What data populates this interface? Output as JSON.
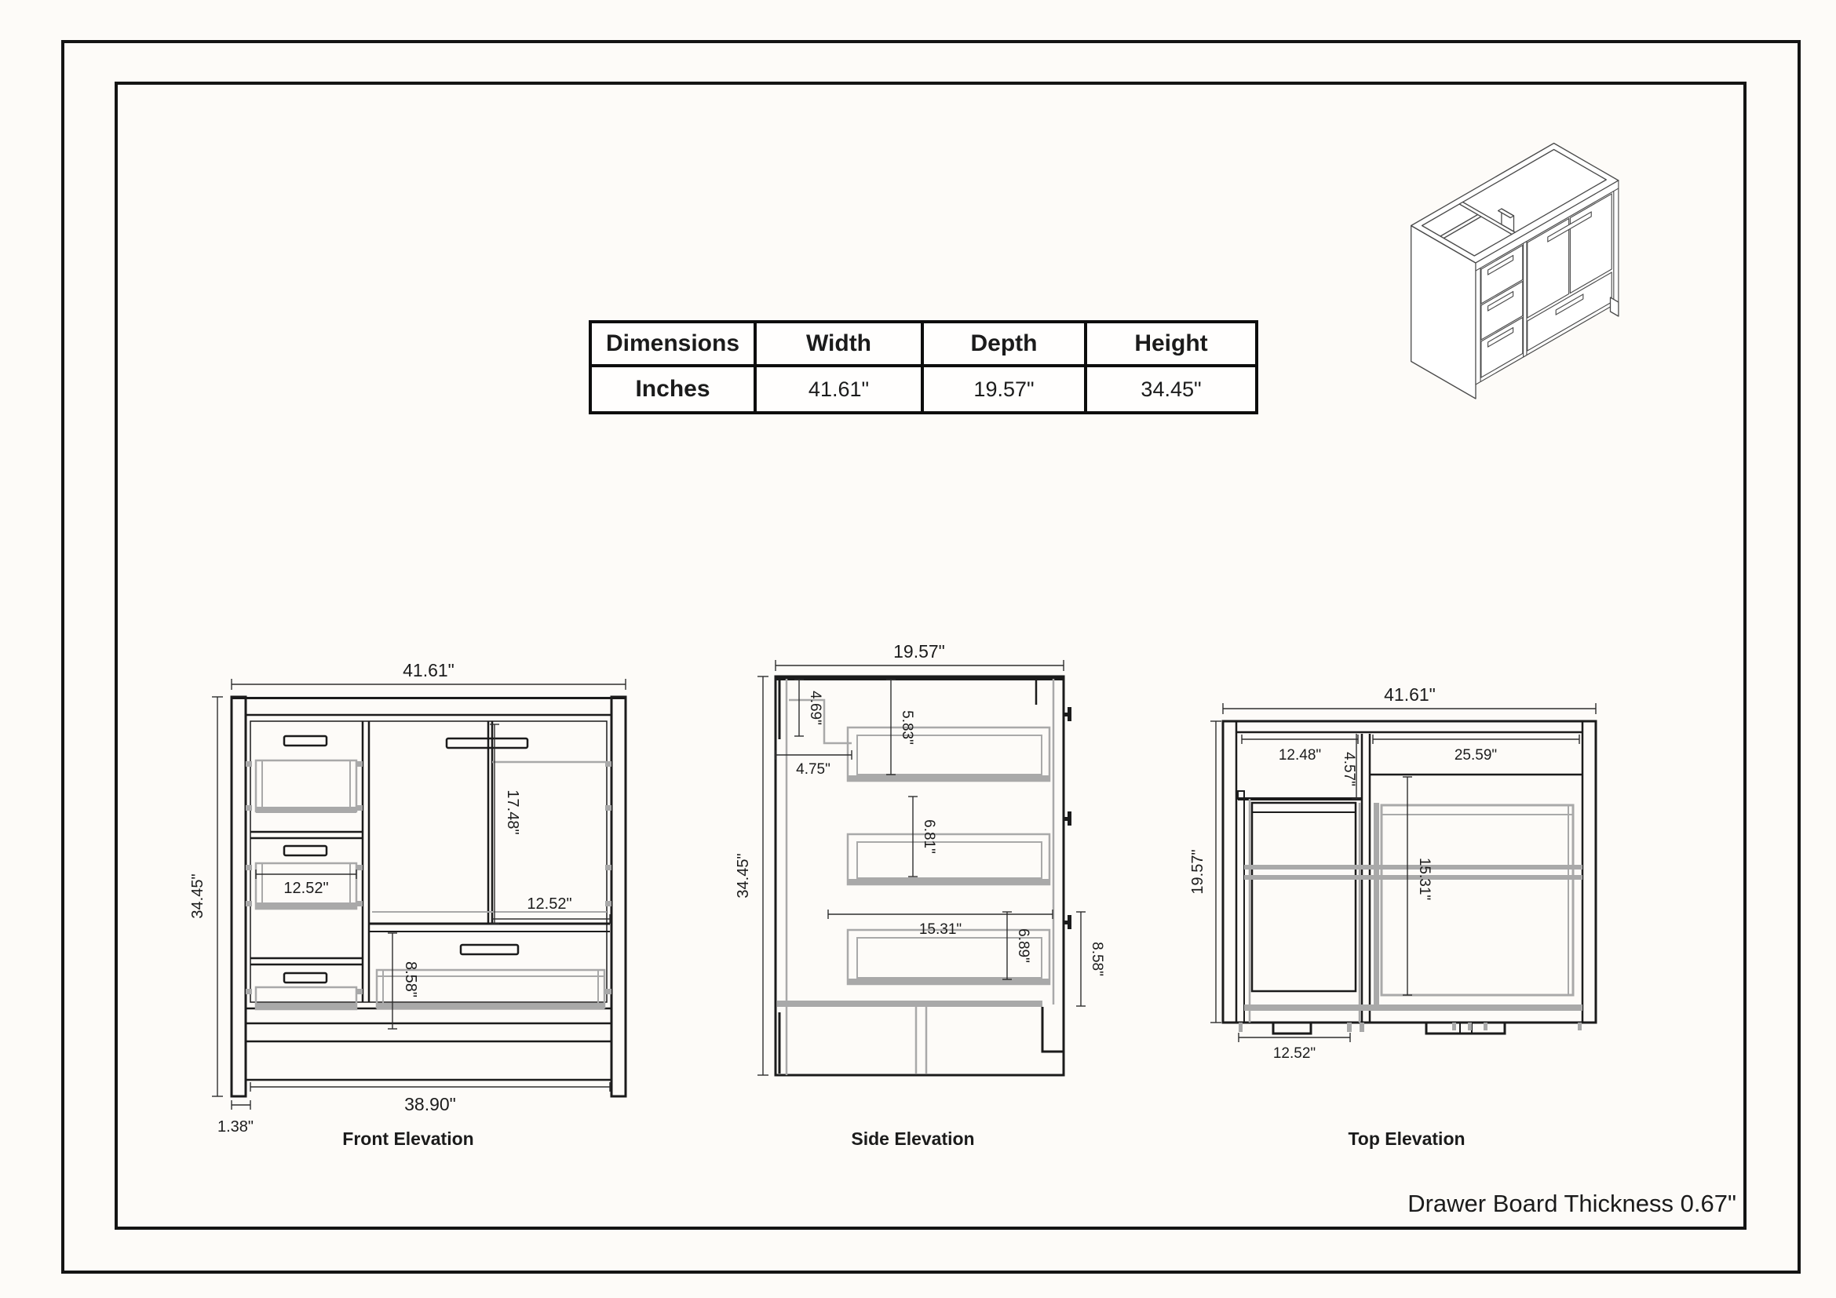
{
  "table": {
    "headers": [
      "Dimensions",
      "Width",
      "Depth",
      "Height"
    ],
    "row_label": "Inches",
    "width": "41.61\"",
    "depth": "19.57\"",
    "height": "34.45\""
  },
  "views": {
    "front": {
      "label": "Front Elevation",
      "width": "41.61\"",
      "height": "34.45\"",
      "drawer_width": "12.52\"",
      "door_height": "17.48\"",
      "door_width": "12.52\"",
      "bottom_drawer_height": "8.58\"",
      "base_width": "38.90\"",
      "leg_width": "1.38\""
    },
    "side": {
      "label": "Side Elevation",
      "depth": "19.57\"",
      "height": "34.45\"",
      "counter_inset": "4.69\"",
      "counter_depth": "4.75\"",
      "top_drawer_height": "5.83\"",
      "middle_drawer_height": "6.81\"",
      "drawer_depth": "15.31\"",
      "bottom_drawer_height": "6.89\"",
      "toe_height": "8.58\""
    },
    "top": {
      "label": "Top Elevation",
      "width": "41.61\"",
      "depth": "19.57\"",
      "left_opening_width": "12.48\"",
      "opening_depth": "4.57\"",
      "right_opening_width": "25.59\"",
      "interior_depth": "15.31\"",
      "foot_width": "12.52\""
    }
  },
  "footer": {
    "note": "Drawer Board Thickness 0.67\""
  }
}
